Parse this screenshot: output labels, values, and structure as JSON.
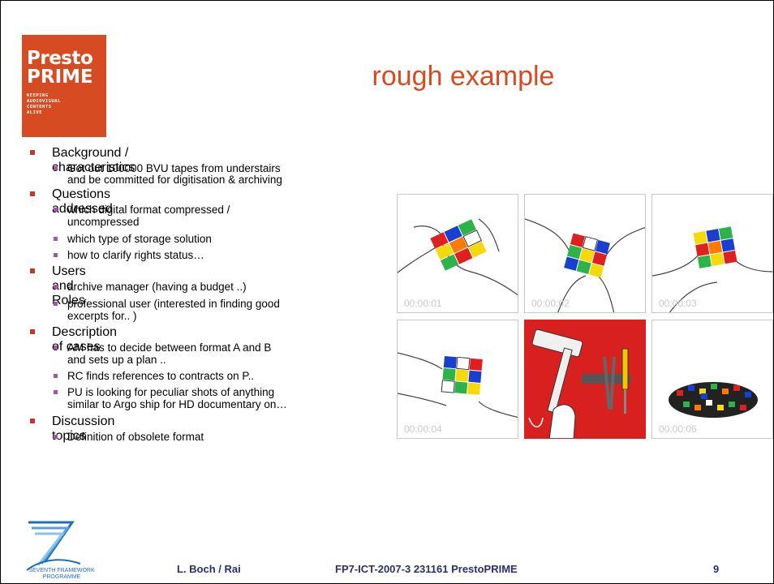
{
  "logo": {
    "line1": "Presto",
    "line2": "PRIME",
    "tagline": [
      "KEEPING",
      "AUDIOVISUAL",
      "CONTENTS",
      "ALIVE"
    ],
    "color": "#d64b22"
  },
  "title": "rough example",
  "sections": [
    {
      "label": "Background / characteristics",
      "items": [
        "Got out 100000 BVU tapes  from understairs",
        "and be committed for digitisation & archiving"
      ]
    },
    {
      "label": "Questions addressed",
      "items": [
        "which digital format compressed /",
        "uncompressed",
        "which type of storage solution",
        "how to clarify rights status…"
      ]
    },
    {
      "label": "Users and Roles",
      "items": [
        "archive manager (having a budget ..)",
        "professional user (interested in finding good",
        "excerpts for.. )"
      ]
    },
    {
      "label": "Description of cases",
      "items": [
        "AM has to decide between format A and B",
        "and sets up a plan ..",
        "RC finds references to contracts on P..",
        "PU is looking for peculiar shots of anything",
        "similar to Argo ship for HD documentary on…"
      ]
    },
    {
      "label": "Discussion topics",
      "items": [
        "Definition of obsolete format"
      ]
    }
  ],
  "frames": [
    {
      "timecode": "00:00:01",
      "subject": "hands-solving-cube"
    },
    {
      "timecode": "00:00:02",
      "subject": "hands-solving-cube"
    },
    {
      "timecode": "00:00:03",
      "subject": "hands-holding-cube"
    },
    {
      "timecode": "00:00:04",
      "subject": "hand-with-cube"
    },
    {
      "timecode": "",
      "subject": "hand-with-hammer-tools"
    },
    {
      "timecode": "00:00:06",
      "subject": "broken-cube-pieces"
    }
  ],
  "footer": {
    "ec_program_line1": "SEVENTH FRAMEWORK",
    "ec_program_line2": "PROGRAMME",
    "author": "L. Boch / Rai",
    "project": "FP7-ICT-2007-3 231161 PrestoPRIME",
    "page": "9"
  },
  "colors": {
    "accent": "#d64b22",
    "footer_text": "#2b2f6d",
    "bullet_l1": "#c0392b",
    "bullet_l2": "#a855a8",
    "frame_red": "#d8211e"
  }
}
